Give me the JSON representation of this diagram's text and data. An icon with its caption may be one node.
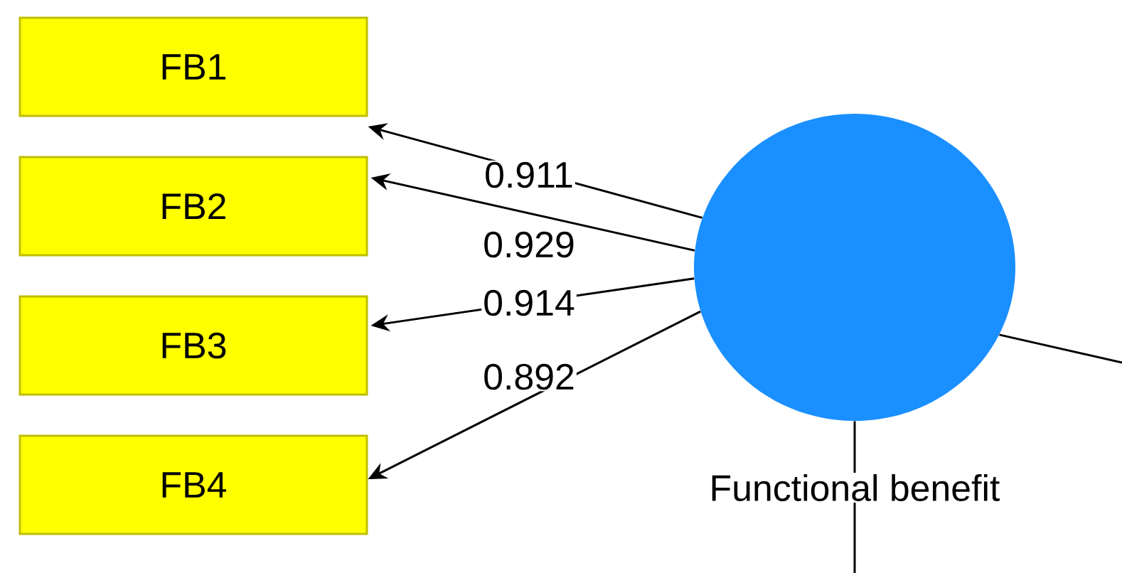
{
  "diagram": {
    "nodes": [
      {
        "text": [
          "FB1"
        ]
      },
      {
        "text": [
          "FB2"
        ]
      },
      {
        "text": [
          "FB3"
        ]
      },
      {
        "text": [
          "FB4"
        ]
      },
      {
        "text": [],
        "shape": "circle",
        "beside": [
          "Functional benefit"
        ]
      }
    ],
    "edges": [
      {
        "from": 4,
        "to": 0,
        "arrow": "to",
        "label": "0.911"
      },
      {
        "from": 4,
        "to": 1,
        "arrow": "to",
        "label": "0.929"
      },
      {
        "from": 4,
        "to": 2,
        "arrow": "to",
        "label": "0.914"
      },
      {
        "from": 4,
        "to": 3,
        "arrow": "to",
        "label": "0.892"
      },
      {
        "from": 4,
        "to": null,
        "arrow": "none"
      },
      {
        "from": 4,
        "to": null,
        "arrow": "none"
      }
    ]
  }
}
